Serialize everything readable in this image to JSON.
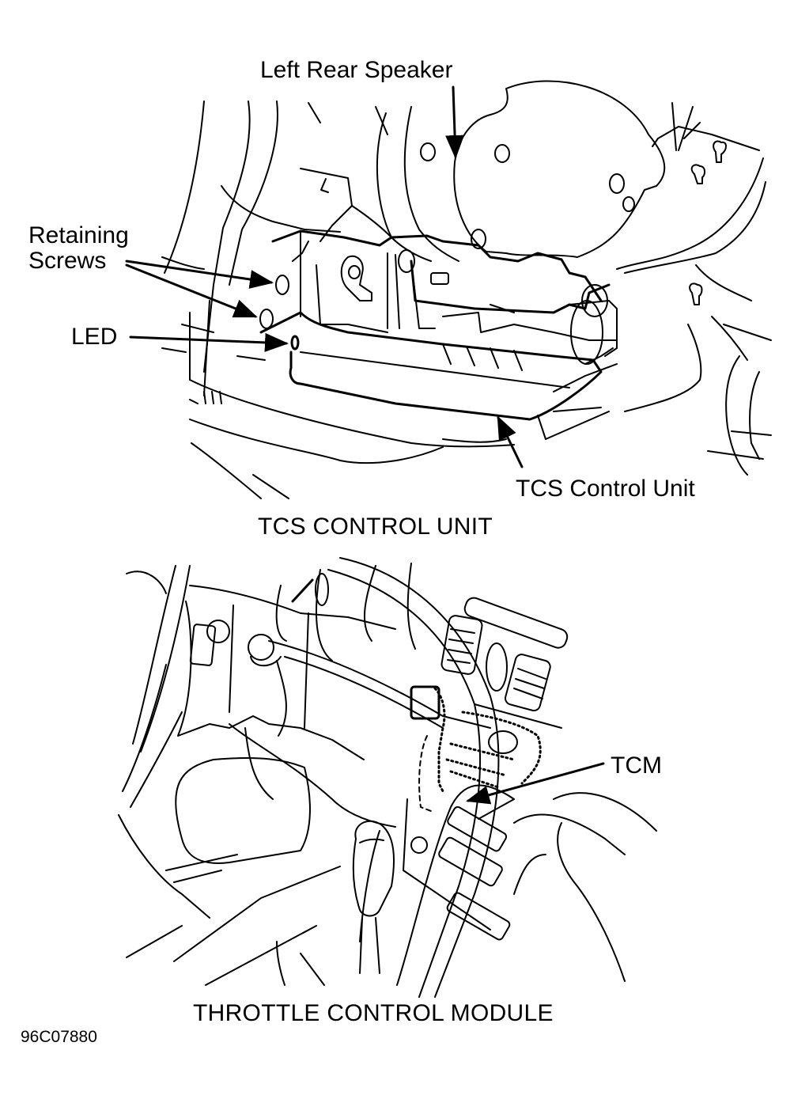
{
  "figure_id": "96C07880",
  "top_view": {
    "caption": "TCS CONTROL UNIT",
    "callouts": {
      "left_rear_speaker": "Left Rear Speaker",
      "retaining_screws_line1": "Retaining",
      "retaining_screws_line2": "Screws",
      "led": "LED",
      "tcs_control_unit": "TCS Control Unit"
    }
  },
  "bottom_view": {
    "caption": "THROTTLE CONTROL MODULE",
    "callouts": {
      "tcm": "TCM"
    }
  },
  "colors": {
    "line": "#000000",
    "background": "#ffffff"
  }
}
